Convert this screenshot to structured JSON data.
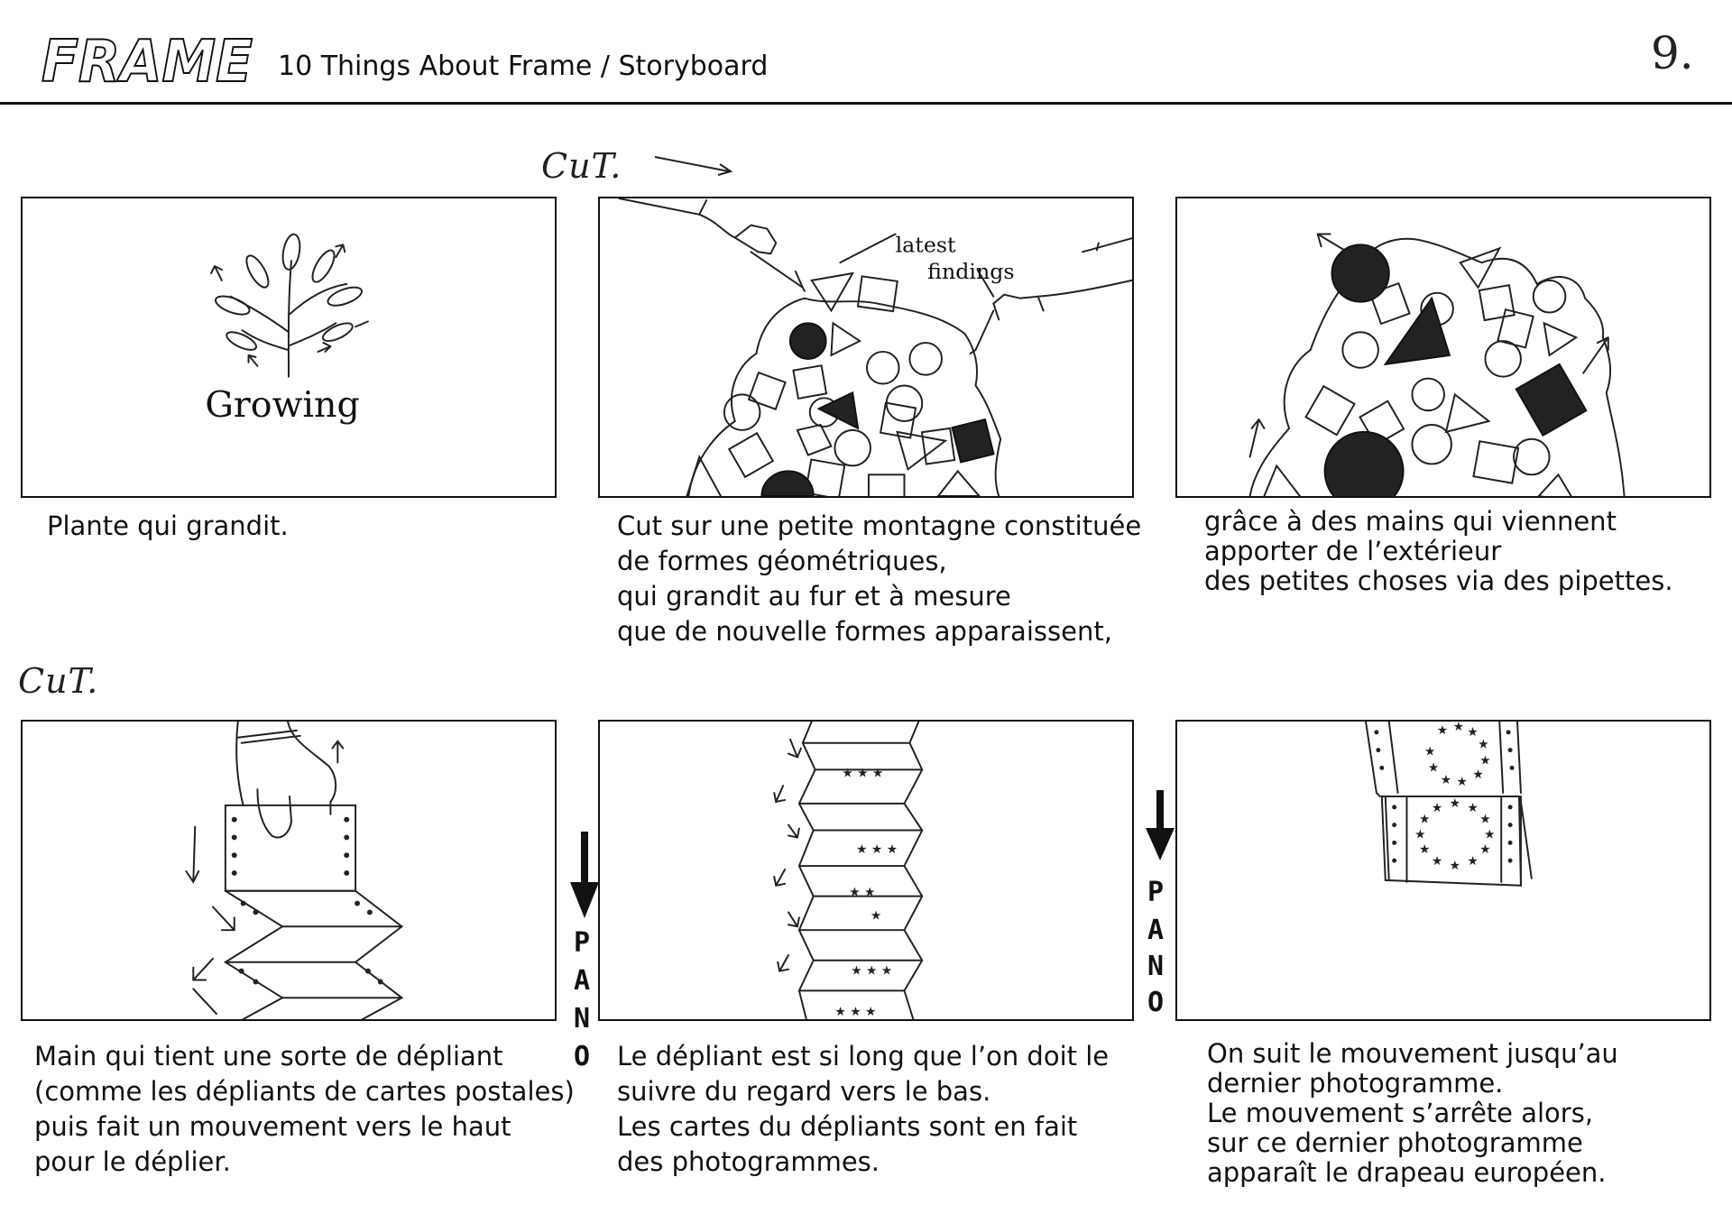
{
  "header": {
    "logo_text": "FRAME",
    "title": "10 Things About Frame / Storyboard",
    "page_number": "9."
  },
  "annotations": {
    "cut_1": "CuT.",
    "cut_2": "CuT.",
    "pano_1": [
      "P",
      "A",
      "N",
      "O"
    ],
    "pano_2": [
      "P",
      "A",
      "N",
      "O"
    ]
  },
  "frames": [
    {
      "sketch_text": "Growing",
      "caption": [
        "Plante qui grandit."
      ]
    },
    {
      "sketch_text": [
        "latest",
        "findings"
      ],
      "caption": [
        "Cut sur une petite montagne constituée",
        "de formes géométriques,",
        "qui grandit au fur et à mesure",
        "que de nouvelle formes apparaissent,"
      ]
    },
    {
      "caption": [
        "grâce à des mains qui viennent",
        "apporter de l’extérieur",
        "des petites choses via des pipettes."
      ]
    },
    {
      "caption": [
        "Main qui tient une sorte de dépliant",
        "(comme les dépliants de cartes postales)",
        "puis fait un mouvement vers le haut",
        "pour le déplier."
      ]
    },
    {
      "caption": [
        "Le dépliant est si long que l’on doit le",
        "suivre du regard vers le bas.",
        "Les cartes du dépliants sont en fait",
        "des photogrammes."
      ]
    },
    {
      "caption": [
        "On suit le mouvement jusqu’au",
        "dernier photogramme.",
        "Le mouvement s’arrête alors,",
        "sur ce dernier photogramme",
        "apparaît le drapeau européen."
      ]
    }
  ]
}
